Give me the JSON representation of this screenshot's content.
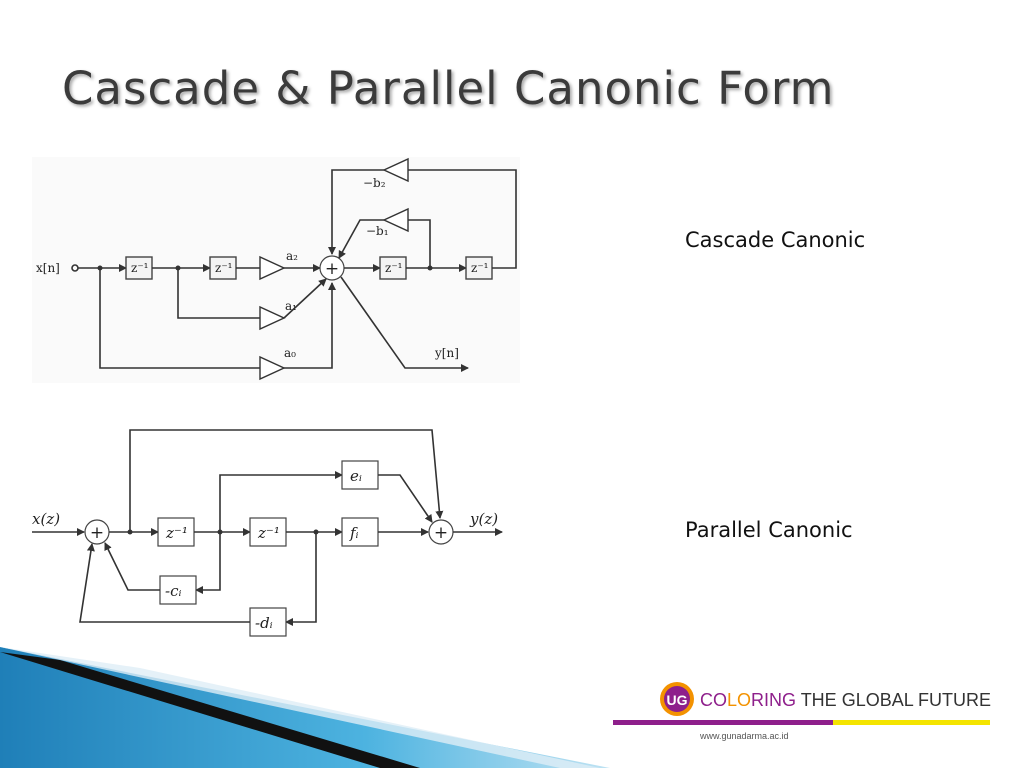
{
  "slide": {
    "title": "Cascade & Parallel Canonic Form",
    "caption_cascade": "Cascade Canonic",
    "caption_parallel": "Parallel Canonic"
  },
  "cascade_diagram": {
    "input_label": "x[n]",
    "output_label": "y[n]",
    "delay_label": "z⁻¹",
    "adder_label": "+",
    "gains": {
      "a2": "a₂",
      "a1": "a₁",
      "a0": "a₀",
      "b2": "−b₂",
      "b1": "−b₁"
    }
  },
  "parallel_diagram": {
    "input_label": "x(z)",
    "output_label": "y(z)",
    "delay_label": "z⁻¹",
    "adder_label": "+",
    "blocks": {
      "e": "eᵢ",
      "f": "fᵢ",
      "c": "-cᵢ",
      "d": "-dᵢ"
    }
  },
  "logo": {
    "badge": "UG",
    "part1": "CO",
    "part2": "LO",
    "part3": "RING",
    "part4": " THE GLOBAL FUTURE",
    "url": "www.gunadarma.ac.id"
  },
  "colors": {
    "title": "#3b3b3b",
    "logo_orange": "#f39200",
    "logo_purple": "#8e1f8b",
    "logo_yellow": "#f4e400",
    "swoosh_blue": "#3aa3d6"
  }
}
